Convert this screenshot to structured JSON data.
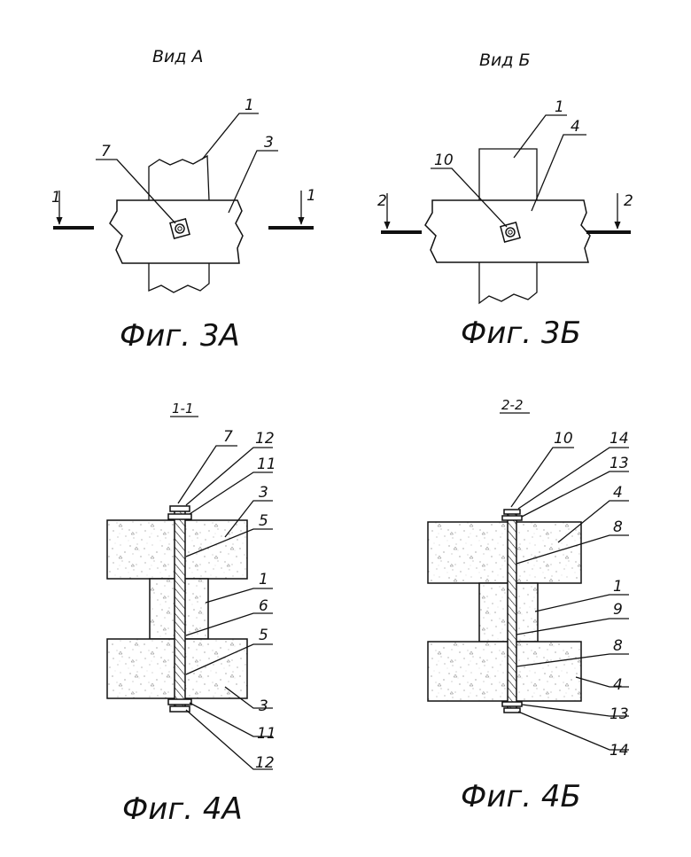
{
  "fig3a": {
    "view_title": "Вид А",
    "caption": "Фиг. 3А",
    "callouts": [
      "1",
      "3",
      "7"
    ],
    "section_marks": [
      "1",
      "1"
    ]
  },
  "fig3b": {
    "view_title": "Вид Б",
    "caption": "Фиг. 3Б",
    "callouts": [
      "1",
      "4",
      "10"
    ],
    "section_marks": [
      "2",
      "2"
    ]
  },
  "fig4a": {
    "section_title": "1-1",
    "caption": "Фиг. 4А",
    "callouts": [
      "7",
      "12",
      "11",
      "3",
      "5",
      "1",
      "6",
      "5",
      "3",
      "11",
      "12"
    ]
  },
  "fig4b": {
    "section_title": "2-2",
    "caption": "Фиг. 4Б",
    "callouts": [
      "10",
      "14",
      "13",
      "4",
      "8",
      "1",
      "9",
      "8",
      "4",
      "13",
      "14"
    ]
  }
}
